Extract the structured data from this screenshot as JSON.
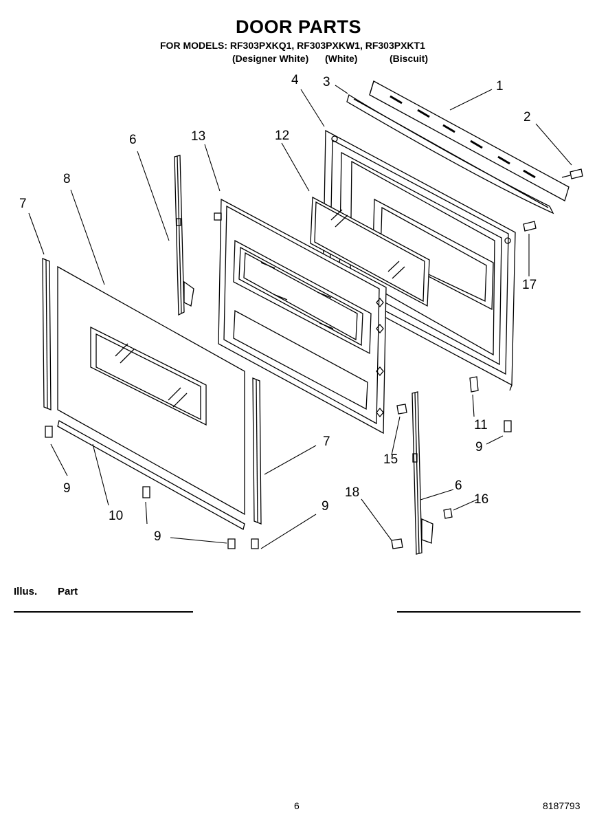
{
  "header": {
    "title": "DOOR PARTS",
    "models_line": "FOR MODELS: RF303PXKQ1, RF303PXKW1, RF303PXKT1",
    "variants": [
      "(Designer White)",
      "(White)",
      "(Biscuit)"
    ]
  },
  "callouts": {
    "c1": "1",
    "c2": "2",
    "c3": "3",
    "c4": "4",
    "c6a": "6",
    "c6b": "6",
    "c7a": "7",
    "c7b": "7",
    "c8": "8",
    "c9a": "9",
    "c9b": "9",
    "c9c": "9",
    "c9d": "9",
    "c10": "10",
    "c11": "11",
    "c12": "12",
    "c13": "13",
    "c15": "15",
    "c16": "16",
    "c17": "17",
    "c18": "18"
  },
  "table": {
    "col_illus": "Illus.",
    "col_part": "Part"
  },
  "footer": {
    "page_number": "6",
    "doc_number": "8187793"
  }
}
